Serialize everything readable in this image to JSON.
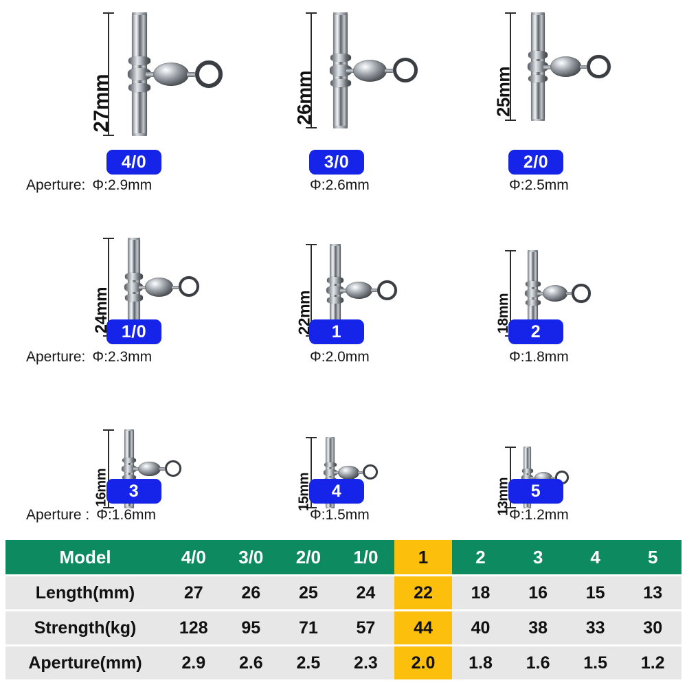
{
  "products": [
    {
      "model": "4/0",
      "length": "27mm",
      "aperture": "Φ:2.9mm",
      "aperture_prefix": "Aperture:",
      "scale": 1.0
    },
    {
      "model": "3/0",
      "length": "26mm",
      "aperture": "Φ:2.6mm",
      "aperture_prefix": "",
      "scale": 0.94
    },
    {
      "model": "2/0",
      "length": "25mm",
      "aperture": "Φ:2.5mm",
      "aperture_prefix": "",
      "scale": 0.88
    },
    {
      "model": "1/0",
      "length": "24mm",
      "aperture": "Φ:2.3mm",
      "aperture_prefix": "Aperture:",
      "scale": 0.8
    },
    {
      "model": "1",
      "length": "22mm",
      "aperture": "Φ:2.0mm",
      "aperture_prefix": "",
      "scale": 0.75
    },
    {
      "model": "2",
      "length": "18mm",
      "aperture": "Φ:1.8mm",
      "aperture_prefix": "",
      "scale": 0.7
    },
    {
      "model": "3",
      "length": "16mm",
      "aperture": "Φ:1.6mm",
      "aperture_prefix": "Aperture :",
      "scale": 0.64
    },
    {
      "model": "4",
      "length": "15mm",
      "aperture": "Φ:1.5mm",
      "aperture_prefix": "",
      "scale": 0.58
    },
    {
      "model": "5",
      "length": "13mm",
      "aperture": "Φ:1.2mm",
      "aperture_prefix": "",
      "scale": 0.5
    }
  ],
  "chart_data": {
    "type": "table",
    "title": "Model specification table",
    "categories": [
      "4/0",
      "3/0",
      "2/0",
      "1/0",
      "1",
      "2",
      "3",
      "4",
      "5"
    ],
    "highlight_category": "1",
    "series": [
      {
        "name": "Length(mm)",
        "values": [
          27,
          26,
          25,
          24,
          22,
          18,
          16,
          15,
          13
        ]
      },
      {
        "name": "Strength(kg)",
        "values": [
          128,
          95,
          71,
          57,
          44,
          40,
          38,
          33,
          30
        ]
      },
      {
        "name": "Aperture(mm)",
        "values": [
          2.9,
          2.6,
          2.5,
          2.3,
          2.0,
          1.8,
          1.6,
          1.5,
          1.2
        ]
      }
    ],
    "header_color": "#0D8A5F",
    "highlight_color": "#FBBF0C",
    "row_color": "#E7E7E7",
    "badge_color": "#1524E8"
  },
  "table": {
    "header_label": "Model",
    "headers": [
      "Model",
      "4/0",
      "3/0",
      "2/0",
      "1/0",
      "1",
      "2",
      "3",
      "4",
      "5"
    ],
    "rows": [
      {
        "label": "Length(mm)",
        "cells": [
          "27",
          "26",
          "25",
          "24",
          "22",
          "18",
          "16",
          "15",
          "13"
        ]
      },
      {
        "label": "Strength(kg)",
        "cells": [
          "128",
          "95",
          "71",
          "57",
          "44",
          "40",
          "38",
          "33",
          "30"
        ]
      },
      {
        "label": "Aperture(mm)",
        "cells": [
          "2.9",
          "2.6",
          "2.5",
          "2.3",
          "2.0",
          "1.8",
          "1.6",
          "1.5",
          "1.2"
        ]
      }
    ],
    "highlight_index": 4
  }
}
